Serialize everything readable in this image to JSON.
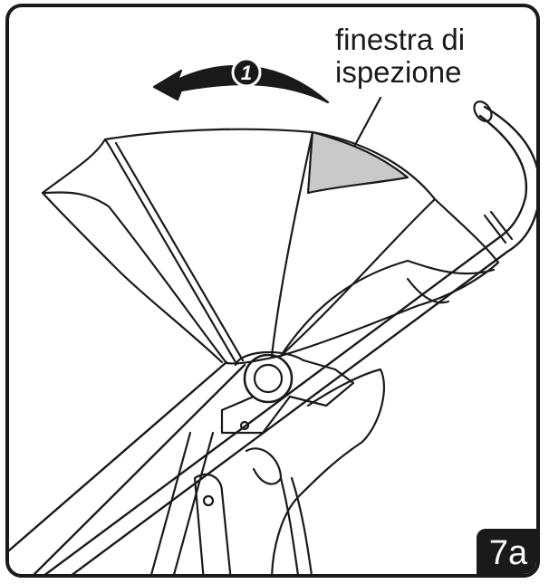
{
  "callout": {
    "line1": "finestra di",
    "line2": "ispezione"
  },
  "step": {
    "arrow_number": "1",
    "figure_label": "7a"
  },
  "colors": {
    "outline": "#1a1a1a",
    "window_fill": "#c9c9c9",
    "background": "#ffffff"
  },
  "icons": [
    "curved-arrow-icon",
    "stroller-canopy-illustration"
  ]
}
